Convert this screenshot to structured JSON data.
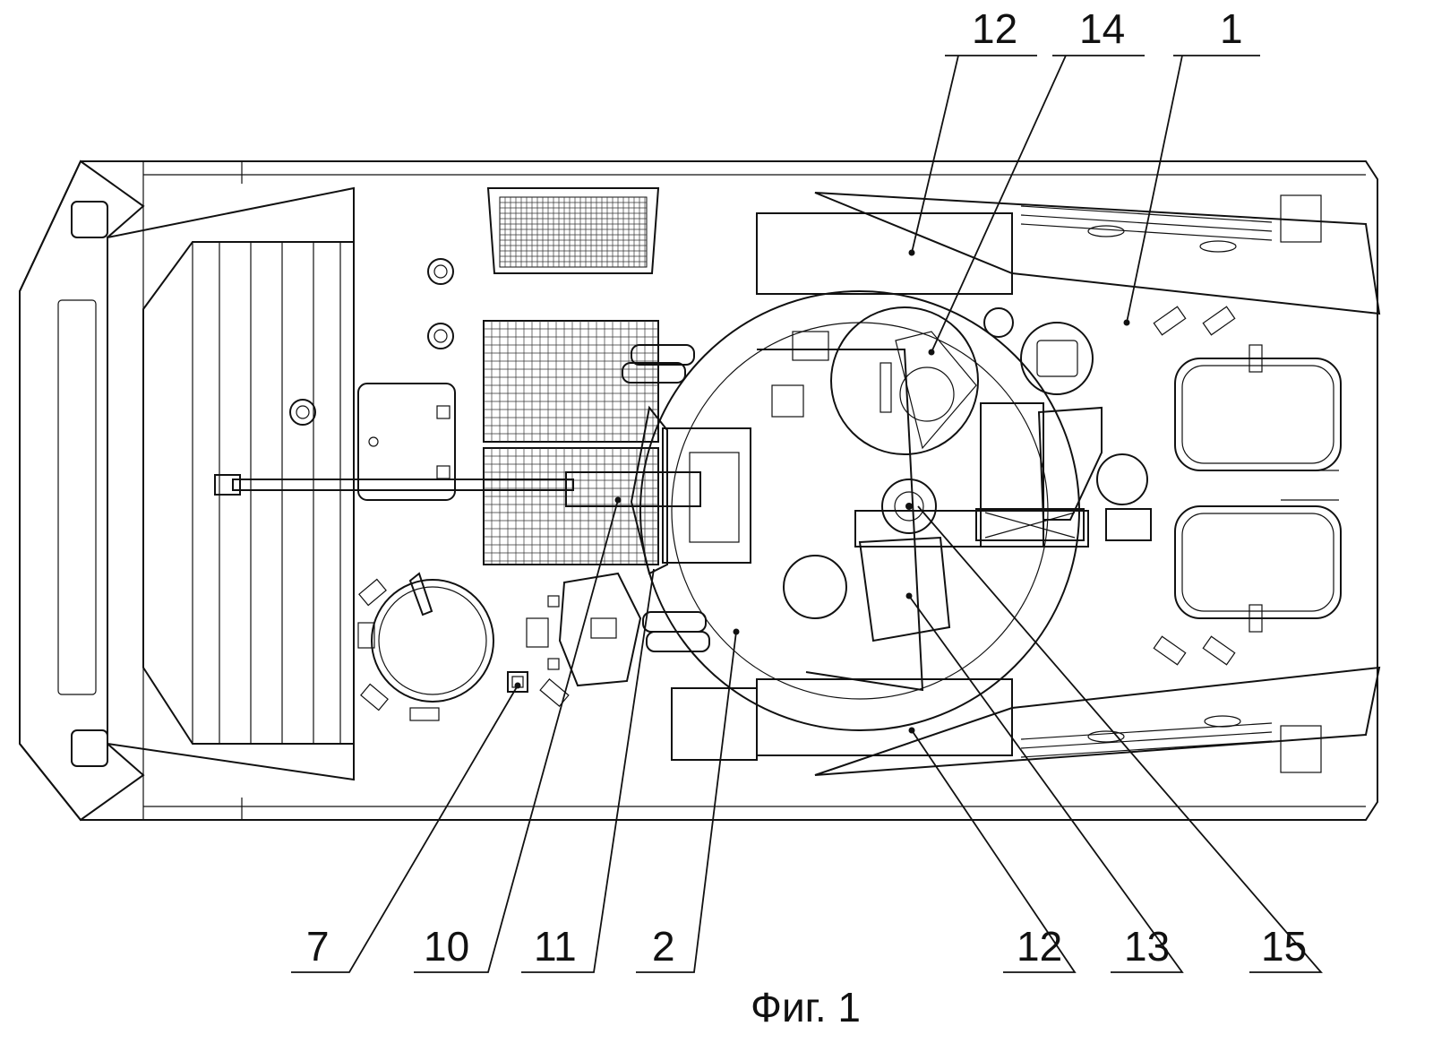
{
  "figure": {
    "caption": "Фиг. 1",
    "callouts": [
      {
        "id": "top-12",
        "label": "12"
      },
      {
        "id": "top-14",
        "label": "14"
      },
      {
        "id": "top-1",
        "label": "1"
      },
      {
        "id": "bottom-7",
        "label": "7"
      },
      {
        "id": "bottom-10",
        "label": "10"
      },
      {
        "id": "bottom-11",
        "label": "11"
      },
      {
        "id": "bottom-2",
        "label": "2"
      },
      {
        "id": "bottom-12",
        "label": "12"
      },
      {
        "id": "bottom-13",
        "label": "13"
      },
      {
        "id": "bottom-15",
        "label": "15"
      }
    ]
  }
}
